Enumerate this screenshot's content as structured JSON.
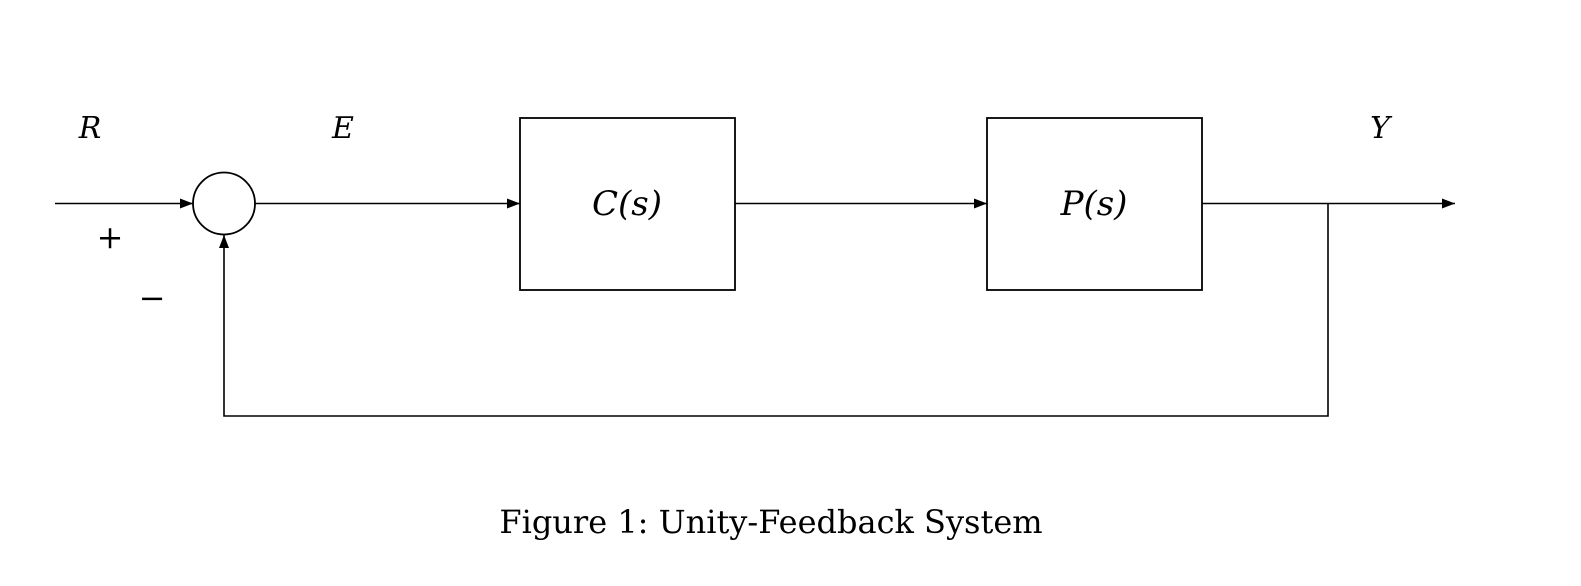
{
  "diagram": {
    "type": "block-diagram",
    "signals": {
      "input": "R",
      "error": "E",
      "output": "Y"
    },
    "summing_junction": {
      "plus_sign": "+",
      "minus_sign": "−"
    },
    "blocks": {
      "controller": "C(s)",
      "plant": "P(s)"
    },
    "connections": [
      {
        "from": "R",
        "to": "summing-junction",
        "sign": "+"
      },
      {
        "from": "summing-junction",
        "to": "C(s)",
        "label": "E"
      },
      {
        "from": "C(s)",
        "to": "P(s)"
      },
      {
        "from": "P(s)",
        "to": "Y"
      },
      {
        "from": "Y",
        "to": "summing-junction",
        "sign": "−",
        "path": "feedback"
      }
    ],
    "colors": {
      "stroke": "#000000",
      "background": "#ffffff"
    }
  },
  "caption": {
    "text": "Figure 1: Unity-Feedback System"
  }
}
